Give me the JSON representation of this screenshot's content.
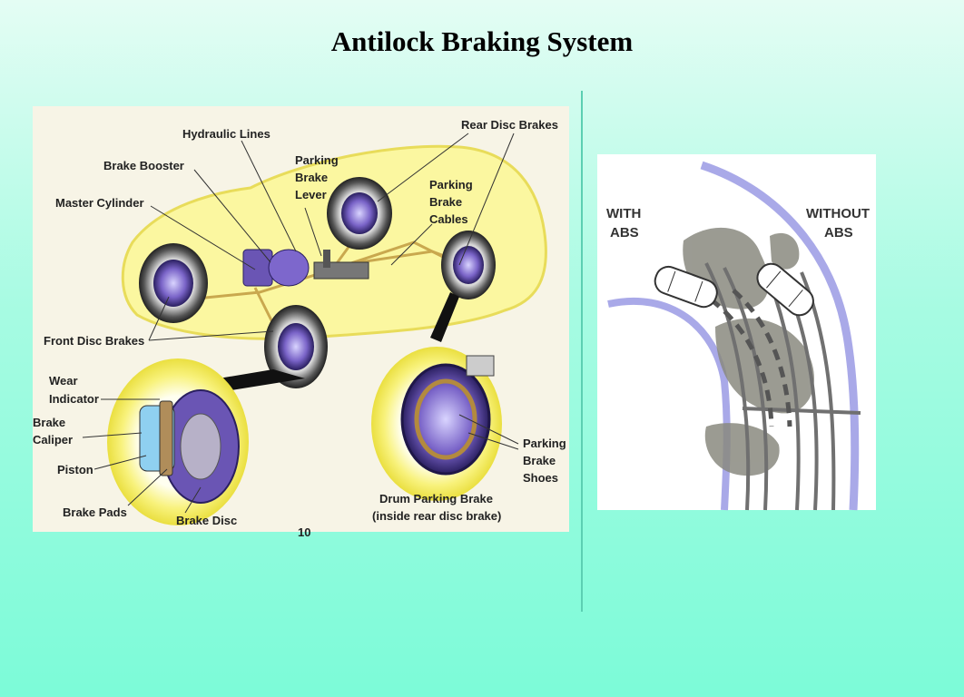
{
  "slide": {
    "title": "Antilock Braking System"
  },
  "brake_diagram": {
    "labels": {
      "hydraulic_lines": "Hydraulic Lines",
      "rear_disc_brakes": "Rear Disc Brakes",
      "brake_booster": "Brake Booster",
      "parking_brake_lever_1": "Parking",
      "parking_brake_lever_2": "Brake",
      "parking_brake_lever_3": "Lever",
      "parking_brake_cables_1": "Parking",
      "parking_brake_cables_2": "Brake",
      "parking_brake_cables_3": "Cables",
      "master_cylinder": "Master Cylinder",
      "front_disc_brakes": "Front Disc Brakes",
      "wear_indicator_1": "Wear",
      "wear_indicator_2": "Indicator",
      "brake_caliper_1": "Brake",
      "brake_caliper_2": "Caliper",
      "piston": "Piston",
      "brake_pads": "Brake Pads",
      "brake_disc": "Brake Disc",
      "drum_parking_brake_1": "Drum Parking Brake",
      "drum_parking_brake_2": "(inside rear disc brake)",
      "parking_brake_shoes_1": "Parking",
      "parking_brake_shoes_2": "Brake",
      "parking_brake_shoes_3": "Shoes",
      "page_number": "10"
    }
  },
  "abs_diagram": {
    "with_abs_1": "WITH",
    "with_abs_2": "ABS",
    "without_abs_1": "WITHOUT",
    "without_abs_2": "ABS"
  },
  "colors": {
    "background_top": "#e4fdf4",
    "background_bottom": "#7cfbd8",
    "car_body": "#fbf7a0",
    "wheel_glow": "#f5f07a",
    "brake_purple": "#6a55b4",
    "road_edge": "#a9a9e8",
    "skid_grey": "#8a8a80"
  }
}
